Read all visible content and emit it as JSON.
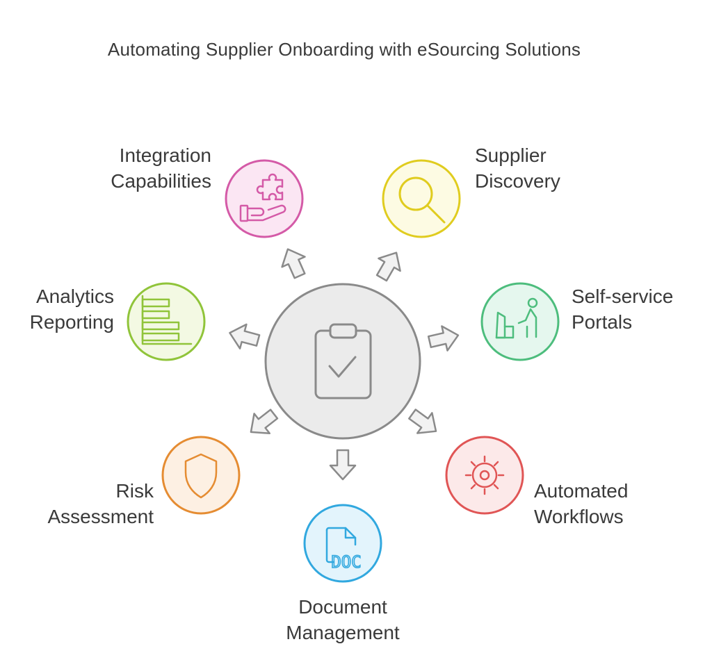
{
  "title": "Automating Supplier Onboarding with eSourcing Solutions",
  "center": {
    "icon": "clipboard-check-icon",
    "fill": "#ebebeb",
    "stroke": "#8a8a8a"
  },
  "nodes": [
    {
      "id": "integration",
      "lines": [
        "Integration",
        "Capabilities"
      ],
      "icon": "puzzle-hand-icon",
      "fill": "#fbe6f3",
      "stroke": "#d45aa7"
    },
    {
      "id": "supplier",
      "lines": [
        "Supplier",
        "Discovery"
      ],
      "icon": "magnifier-icon",
      "fill": "#fdfbe3",
      "stroke": "#e0cc1f"
    },
    {
      "id": "selfservice",
      "lines": [
        "Self-service",
        "Portals"
      ],
      "icon": "person-kiosk-icon",
      "fill": "#e5f7ee",
      "stroke": "#4dbd7d"
    },
    {
      "id": "automated",
      "lines": [
        "Automated",
        "Workflows"
      ],
      "icon": "gear-icon",
      "fill": "#fce9e9",
      "stroke": "#e05555"
    },
    {
      "id": "document",
      "lines": [
        "Document",
        "Management"
      ],
      "icon": "doc-file-icon",
      "fill": "#e3f4fc",
      "stroke": "#31a8df"
    },
    {
      "id": "risk",
      "lines": [
        "Risk",
        "Assessment"
      ],
      "icon": "shield-icon",
      "fill": "#fdf0e3",
      "stroke": "#e58c32"
    },
    {
      "id": "analytics",
      "lines": [
        "Analytics",
        "Reporting"
      ],
      "icon": "bar-chart-icon",
      "fill": "#f3f9e3",
      "stroke": "#90c43a"
    }
  ]
}
